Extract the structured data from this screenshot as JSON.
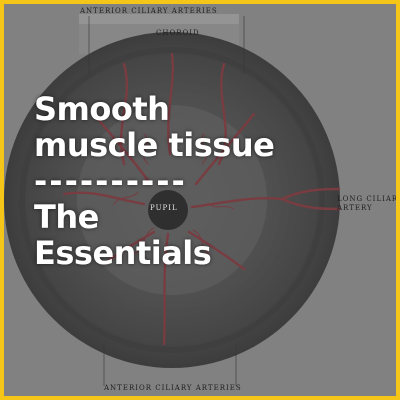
{
  "overlay": {
    "lines": [
      "Smooth",
      "muscle tissue",
      "----------",
      "The",
      "Essentials"
    ]
  },
  "diagram_labels": {
    "top": "ANTERIOR CILIARY ARTERIES",
    "choroid": "CHOROID",
    "pupil": "PUPIL",
    "long_ciliary_1": "LONG CILIARY",
    "long_ciliary_2": "ARTERY",
    "bottom": "ANTERIOR CILIARY ARTERIES"
  },
  "colors": {
    "border": "#f5c518",
    "text": "#ffffff",
    "vessel": "#8b2a33",
    "iris": "#3c3c3c"
  }
}
